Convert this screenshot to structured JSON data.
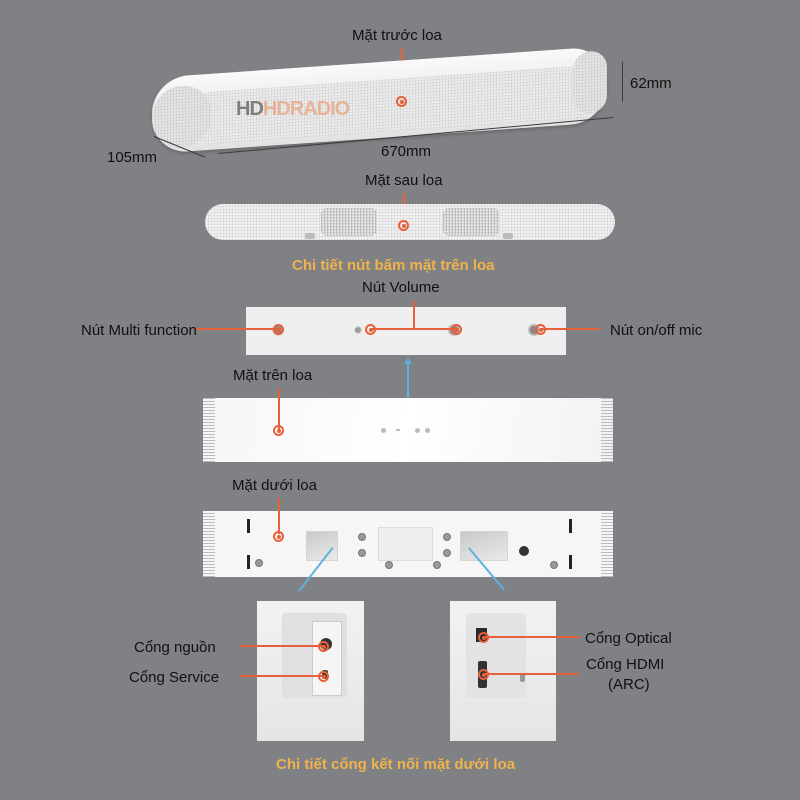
{
  "colors": {
    "background": "#808185",
    "accent_leader": "#e8603a",
    "section_title": "#f0b24a",
    "connector_arrow": "#5fb1e0",
    "product_white": "#f3f3f3"
  },
  "front": {
    "label": "Mặt trước loa",
    "watermark_brand": "HDRADIO",
    "dimensions": {
      "depth": "105mm",
      "width": "670mm",
      "height": "62mm"
    }
  },
  "back": {
    "label": "Mặt sau loa"
  },
  "top_buttons_section": {
    "title": "Chi tiết nút bấm mặt trên loa",
    "labels": {
      "volume": "Nút Volume",
      "multi_function": "Nút Multi function",
      "mic_toggle": "Nút on/off mic"
    }
  },
  "top": {
    "label": "Mặt trên loa"
  },
  "bottom": {
    "label": "Mặt dưới loa"
  },
  "ports_section": {
    "title": "Chi tiết cổng kết nối mặt dưới loa",
    "left_ports": [
      {
        "label": "Cổng nguồn"
      },
      {
        "label": "Cổng Service"
      }
    ],
    "right_ports": [
      {
        "label": "Cổng Optical"
      },
      {
        "label": "Cổng HDMI",
        "sublabel": "(ARC)"
      }
    ]
  }
}
